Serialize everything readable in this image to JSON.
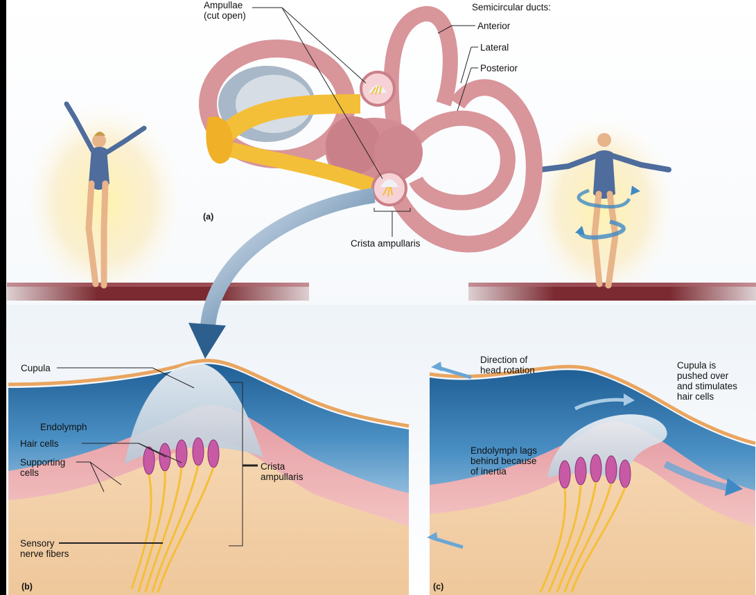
{
  "panels": {
    "a": "(a)",
    "b": "(b)",
    "c": "(c)"
  },
  "labels": {
    "ampullae": "Ampullae\n(cut open)",
    "semicircular_ducts": "Semicircular ducts:",
    "anterior": "Anterior",
    "lateral": "Lateral",
    "posterior": "Posterior",
    "crista_ampullaris_a": "Crista ampullaris",
    "cupula": "Cupula",
    "endolymph": "Endolymph",
    "hair_cells": "Hair cells",
    "supporting_cells": "Supporting\ncells",
    "crista_ampullaris_b": "Crista\nampullaris",
    "sensory_nerve_fibers": "Sensory\nnerve fibers",
    "direction_head_rotation": "Direction of\nhead rotation",
    "cupula_pushed": "Cupula is\npushed over\nand stimulates\nhair cells",
    "endolymph_lags": "Endolymph lags\nbehind because\nof inertia"
  },
  "colors": {
    "duct": "#d8959a",
    "nerve": "#f4bf38",
    "endolymph": "#3b7fb5",
    "cupula": "#c9d6e0",
    "hair_cell": "#c85aa5",
    "epithelium": "#e8a4a8",
    "balance_beam": "#7a2a30"
  }
}
